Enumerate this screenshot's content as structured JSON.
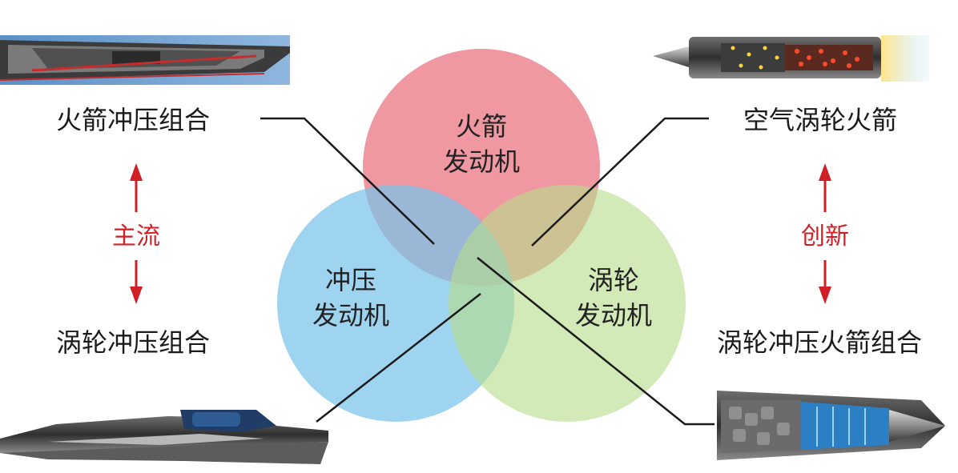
{
  "circles": {
    "rocket": {
      "line1": "火箭",
      "line2": "发动机",
      "color": "#ea7b86"
    },
    "ramjet": {
      "line1": "冲压",
      "line2": "发动机",
      "color": "#79c3ea"
    },
    "turbo": {
      "line1": "涡轮",
      "line2": "发动机",
      "color": "#b6db8c"
    }
  },
  "left": {
    "top_label": "火箭冲压组合",
    "middle_label": "主流",
    "bottom_label": "涡轮冲压组合"
  },
  "right": {
    "top_label": "空气涡轮火箭",
    "middle_label": "创新",
    "bottom_label": "涡轮冲压火箭组合"
  },
  "colors": {
    "arrow": "#d01f26",
    "line": "#1a1a1a"
  }
}
